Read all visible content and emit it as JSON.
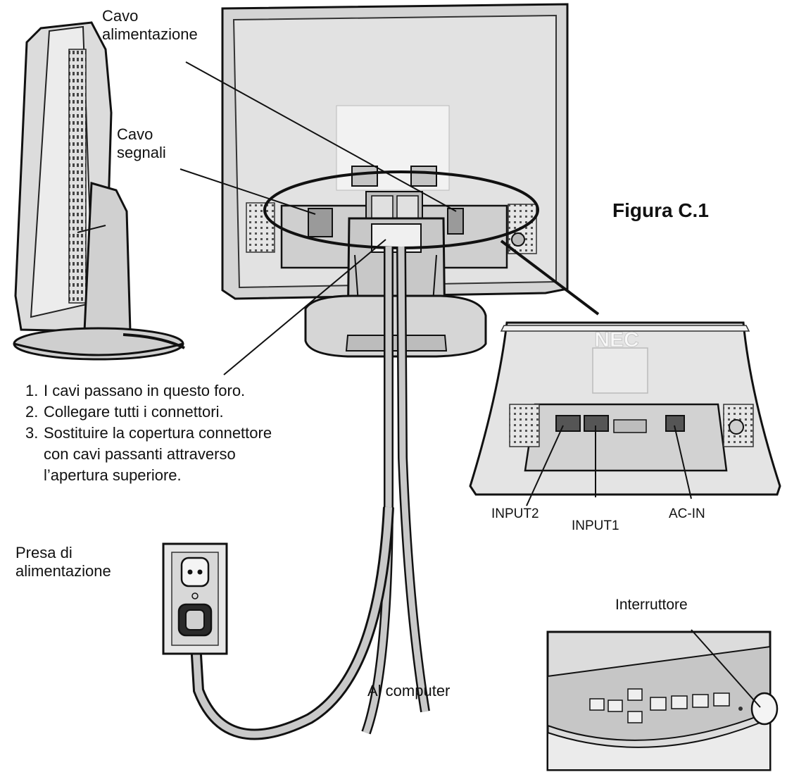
{
  "figure": {
    "title": "Figura C.1"
  },
  "labels": {
    "power_cable_line1": "Cavo",
    "power_cable_line2": "alimentazione",
    "signal_cable_line1": "Cavo",
    "signal_cable_line2": "segnali",
    "outlet_line1": "Presa di",
    "outlet_line2": "alimentazione",
    "computer": "Al computer",
    "switch": "Interruttore",
    "input2": "INPUT2",
    "input1": "INPUT1",
    "ac_in": "AC-IN",
    "brand": "NEC"
  },
  "steps": [
    {
      "num": "1.",
      "lines": [
        "I cavi passano in questo foro."
      ]
    },
    {
      "num": "2.",
      "lines": [
        "Collegare tutti i connettori."
      ]
    },
    {
      "num": "3.",
      "lines": [
        "Sostituire la copertura connettore",
        "con cavi passanti attraverso",
        "l’apertura superiore."
      ]
    }
  ]
}
